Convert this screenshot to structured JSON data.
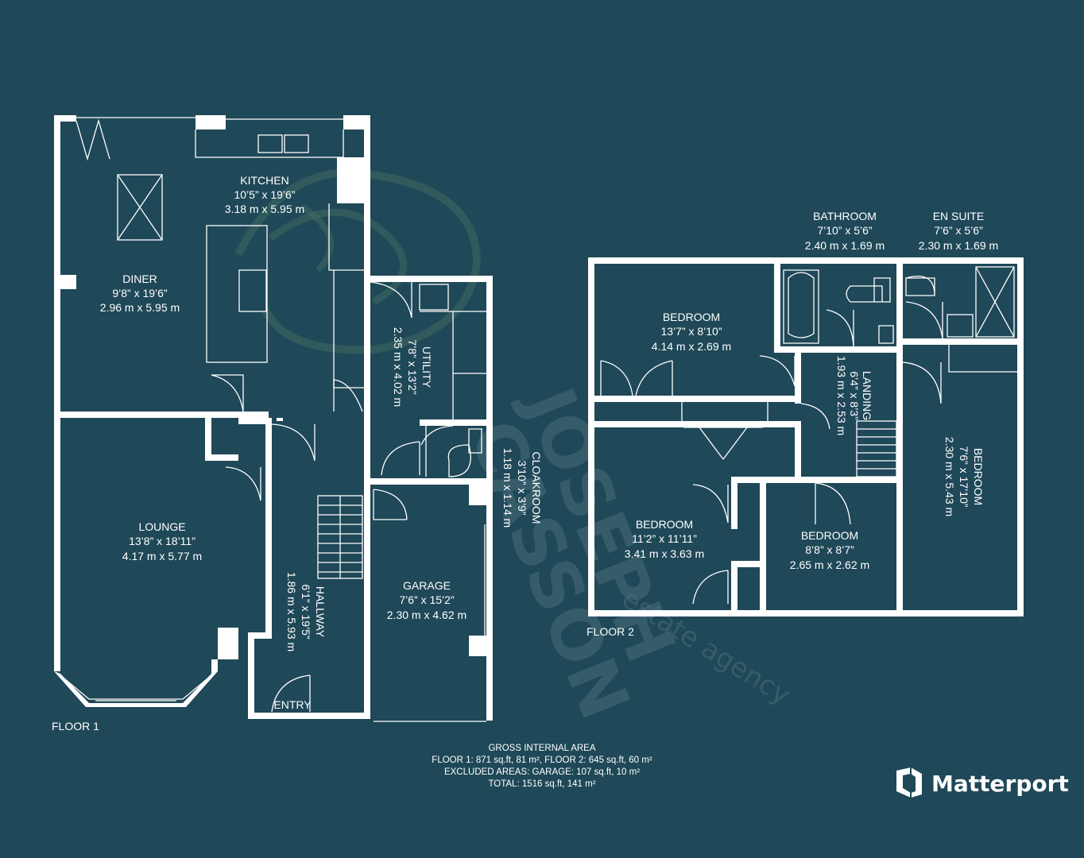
{
  "floor1": {
    "label": "FLOOR 1",
    "rooms": {
      "kitchen": {
        "name": "KITCHEN",
        "imperial": "10’5” x 19’6”",
        "metric": "3.18 m x 5.95 m"
      },
      "diner": {
        "name": "DINER",
        "imperial": "9’8” x 19’6”",
        "metric": "2.96 m x 5.95 m"
      },
      "lounge": {
        "name": "LOUNGE",
        "imperial": "13’8” x 18’11”",
        "metric": "4.17 m x 5.77 m"
      },
      "hallway": {
        "name": "HALLWAY",
        "imperial": "6’1” x 19’5”",
        "metric": "1.86 m x 5.93 m"
      },
      "utility": {
        "name": "UTILITY",
        "imperial": "7’8” x 13’2”",
        "metric": "2.35 m x 4.02 m"
      },
      "cloakroom": {
        "name": "CLOAKROOM",
        "imperial": "3’10” x 3’9”",
        "metric": "1.18 m x 1.14 m"
      },
      "garage": {
        "name": "GARAGE",
        "imperial": "7’6” x 15’2”",
        "metric": "2.30 m x 4.62 m"
      },
      "entry": {
        "name": "ENTRY"
      }
    }
  },
  "floor2": {
    "label": "FLOOR 2",
    "rooms": {
      "bathroom": {
        "name": "BATHROOM",
        "imperial": "7’10” x 5’6”",
        "metric": "2.40 m x 1.69 m"
      },
      "ensuite": {
        "name": "EN SUITE",
        "imperial": "7’6” x 5’6”",
        "metric": "2.30 m x 1.69 m"
      },
      "bedroom_top": {
        "name": "BEDROOM",
        "imperial": "13’7” x 8’10”",
        "metric": "4.14 m x 2.69 m"
      },
      "landing": {
        "name": "LANDING",
        "imperial": "6’4” x 8’3”",
        "metric": "1.93 m x 2.53 m"
      },
      "bedroom_right": {
        "name": "BEDROOM",
        "imperial": "7’6” x 17’10”",
        "metric": "2.30 m x 5.43 m"
      },
      "bedroom_left": {
        "name": "BEDROOM",
        "imperial": "11’2” x 11’11”",
        "metric": "3.41 m x 3.63 m"
      },
      "bedroom_small": {
        "name": "BEDROOM",
        "imperial": "8’8” x 8’7”",
        "metric": "2.65 m x 2.62 m"
      }
    }
  },
  "area": {
    "heading": "GROSS INTERNAL AREA",
    "line1": "FLOOR 1: 871 sq.ft, 81 m², FLOOR 2: 645 sq.ft, 60 m²",
    "line2": "EXCLUDED AREAS: GARAGE: 107 sq.ft, 10 m²",
    "line3": "TOTAL: 1516 sq.ft, 141 m²"
  },
  "watermark": {
    "line1": "JOSEPH",
    "line2": "CASSON",
    "tagline": "estate agency"
  },
  "brand": {
    "name": "Matterport"
  },
  "icons": [
    "matterport-logo-icon",
    "watermark-logo-icon"
  ]
}
